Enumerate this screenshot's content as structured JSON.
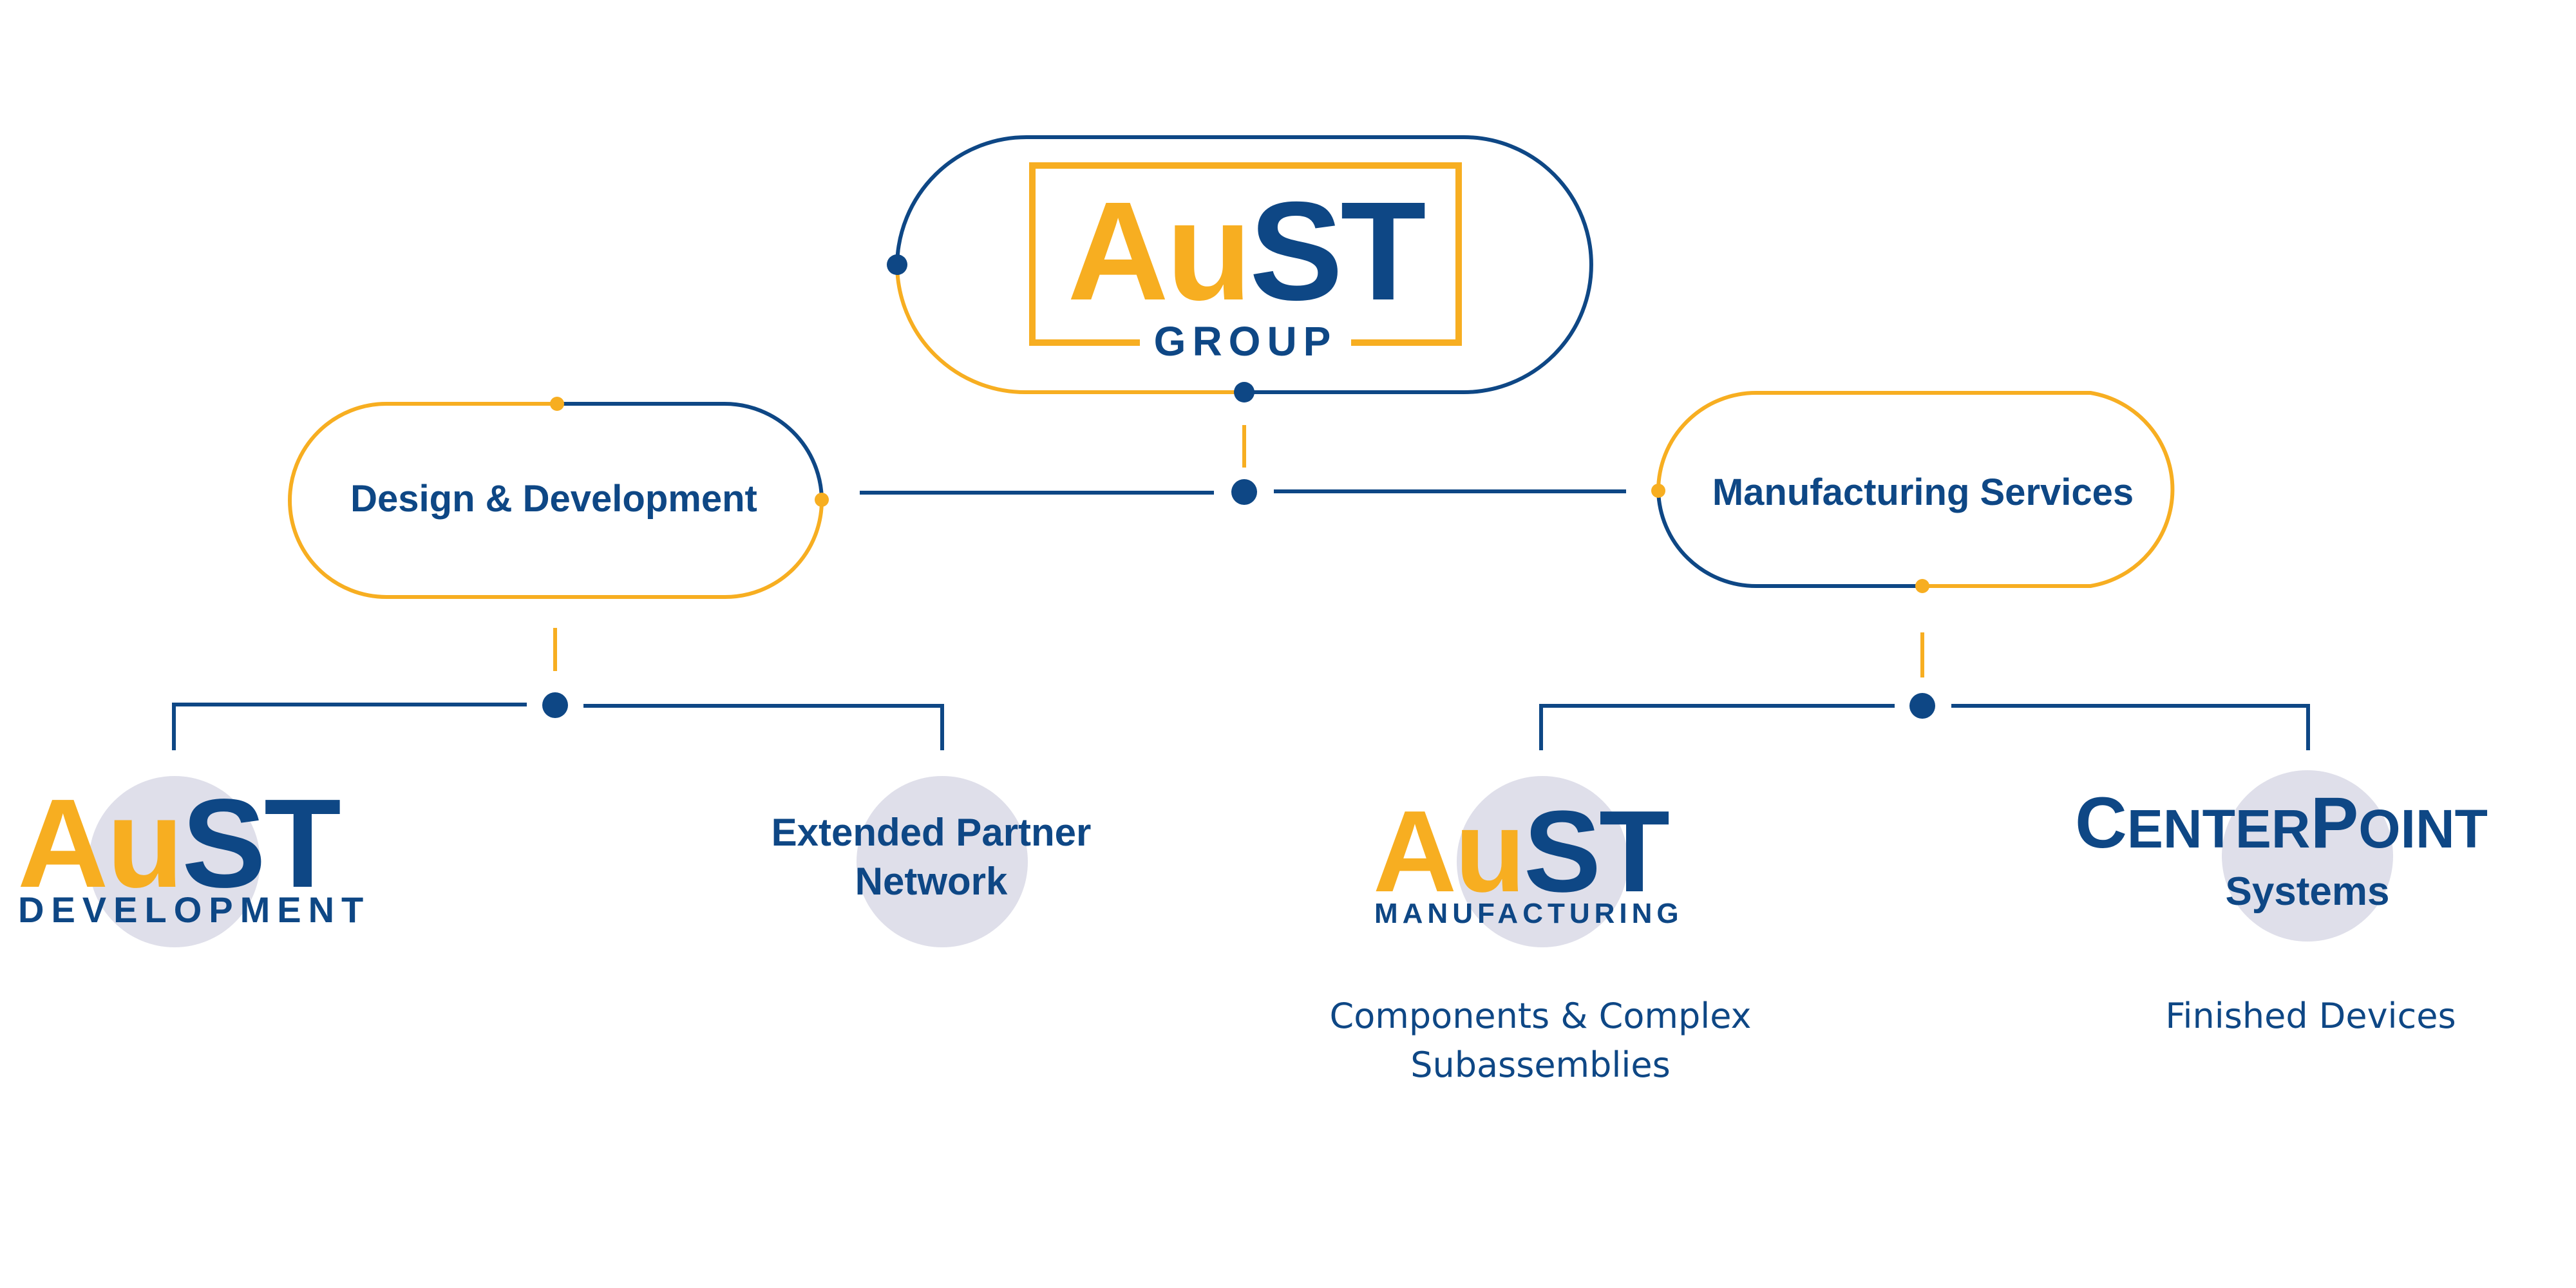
{
  "colors": {
    "navy": "#0e4785",
    "gold": "#f7ae21",
    "circle": "#dfdfea"
  },
  "root": {
    "prefix": "Au",
    "suffix": "ST",
    "subtitle": "GROUP"
  },
  "divisions": [
    {
      "label": "Design & Development"
    },
    {
      "label": "Manufacturing Services"
    }
  ],
  "companies": {
    "aust_development": {
      "prefix": "Au",
      "suffix": "ST",
      "subtitle": "DEVELOPMENT"
    },
    "partner_network": {
      "line1": "Extended Partner",
      "line2": "Network"
    },
    "aust_manufacturing": {
      "prefix": "Au",
      "suffix": "ST",
      "subtitle": "MANUFACTURING",
      "caption_line1": "Components & Complex",
      "caption_line2": "Subassemblies"
    },
    "centerpoint": {
      "word1_initial": "C",
      "word1_rest": "ENTER",
      "word2_initial": "P",
      "word2_rest": "OINT",
      "subtitle": "Systems",
      "caption": "Finished Devices"
    }
  }
}
